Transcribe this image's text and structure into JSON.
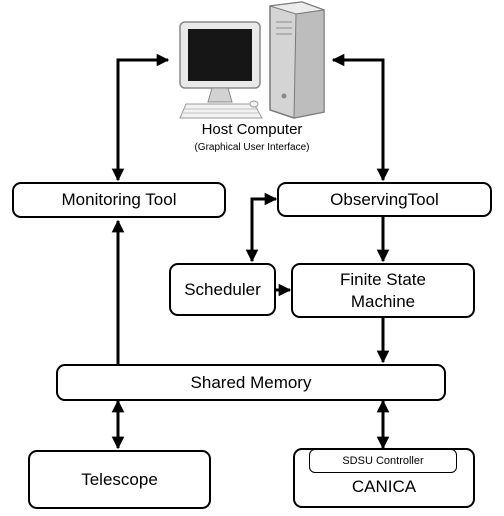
{
  "host_computer": {
    "title": "Host Computer",
    "subtitle": "(Graphical User Interface)"
  },
  "nodes": {
    "monitoring_tool": "Monitoring Tool",
    "observing_tool": "ObservingTool",
    "scheduler": "Scheduler",
    "fsm_line1": "Finite State",
    "fsm_line2": "Machine",
    "shared_memory": "Shared Memory",
    "telescope": "Telescope",
    "sdsu_controller": "SDSU Controller",
    "canica": "CANICA"
  },
  "colors": {
    "stroke": "#000000",
    "background": "#ffffff"
  }
}
